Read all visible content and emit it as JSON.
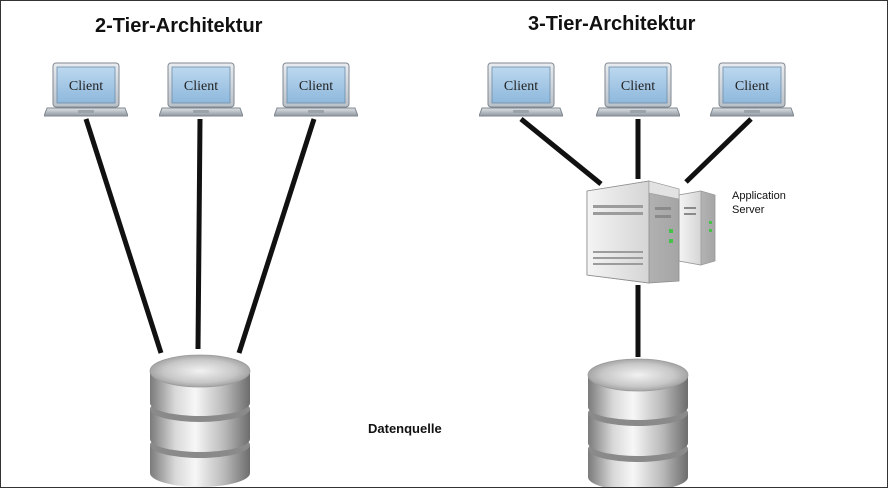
{
  "diagram": {
    "two_tier": {
      "title": "2-Tier-Architektur",
      "clients": [
        "Client",
        "Client",
        "Client"
      ]
    },
    "three_tier": {
      "title": "3-Tier-Architektur",
      "clients": [
        "Client",
        "Client",
        "Client"
      ],
      "app_server_label_line1": "Application",
      "app_server_label_line2": "Server"
    },
    "datasource_label": "Datenquelle"
  }
}
